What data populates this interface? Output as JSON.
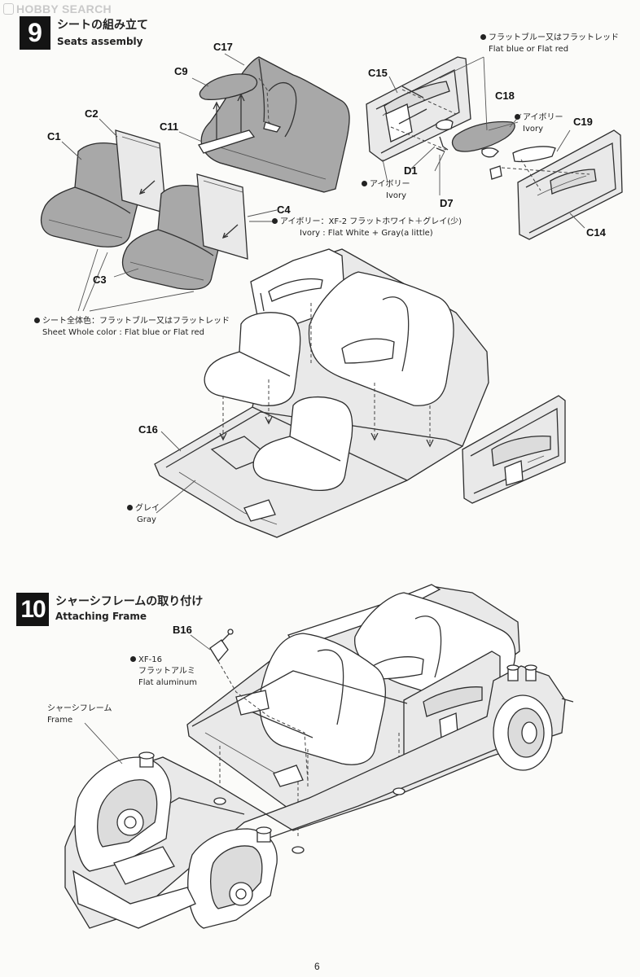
{
  "watermark": "HOBBY SEARCH",
  "page_number": "6",
  "step9": {
    "number": "9",
    "title_jp": "シートの組み立て",
    "title_en": "Seats assembly",
    "parts": {
      "c1": "C1",
      "c2": "C2",
      "c3": "C3",
      "c4": "C4",
      "c9": "C9",
      "c11": "C11",
      "c14": "C14",
      "c15": "C15",
      "c16": "C16",
      "c17": "C17",
      "c18": "C18",
      "c19": "C19",
      "d1": "D1",
      "d7": "D7"
    },
    "notes": {
      "flat_blue_jp": "フラットブルー又はフラットレッド",
      "flat_blue_en": "Flat blue or Flat red",
      "ivory_jp": "アイボリー",
      "ivory_en": "Ivory",
      "ivory_left_jp": "アイボリー",
      "ivory_left_en": "Ivory",
      "ivory_mix_jp": "アイボリー：XF-2 フラットホワイト＋グレイ(少)",
      "ivory_mix_en": "Ivory : Flat White + Gray(a little)",
      "sheet_color_jp": "シート全体色：フラットブルー又はフラットレッド",
      "sheet_color_en": "Sheet Whole color : Flat blue or Flat red",
      "gray_jp": "グレイ",
      "gray_en": "Gray"
    }
  },
  "step10": {
    "number": "10",
    "title_jp": "シャーシフレームの取り付け",
    "title_en": "Attaching Frame",
    "parts": {
      "b16": "B16"
    },
    "notes": {
      "xf16": "XF-16",
      "flat_alu_jp": "フラットアルミ",
      "flat_alu_en": "Flat aluminum",
      "frame_jp": "シャーシフレーム",
      "frame_en": "Frame"
    }
  }
}
